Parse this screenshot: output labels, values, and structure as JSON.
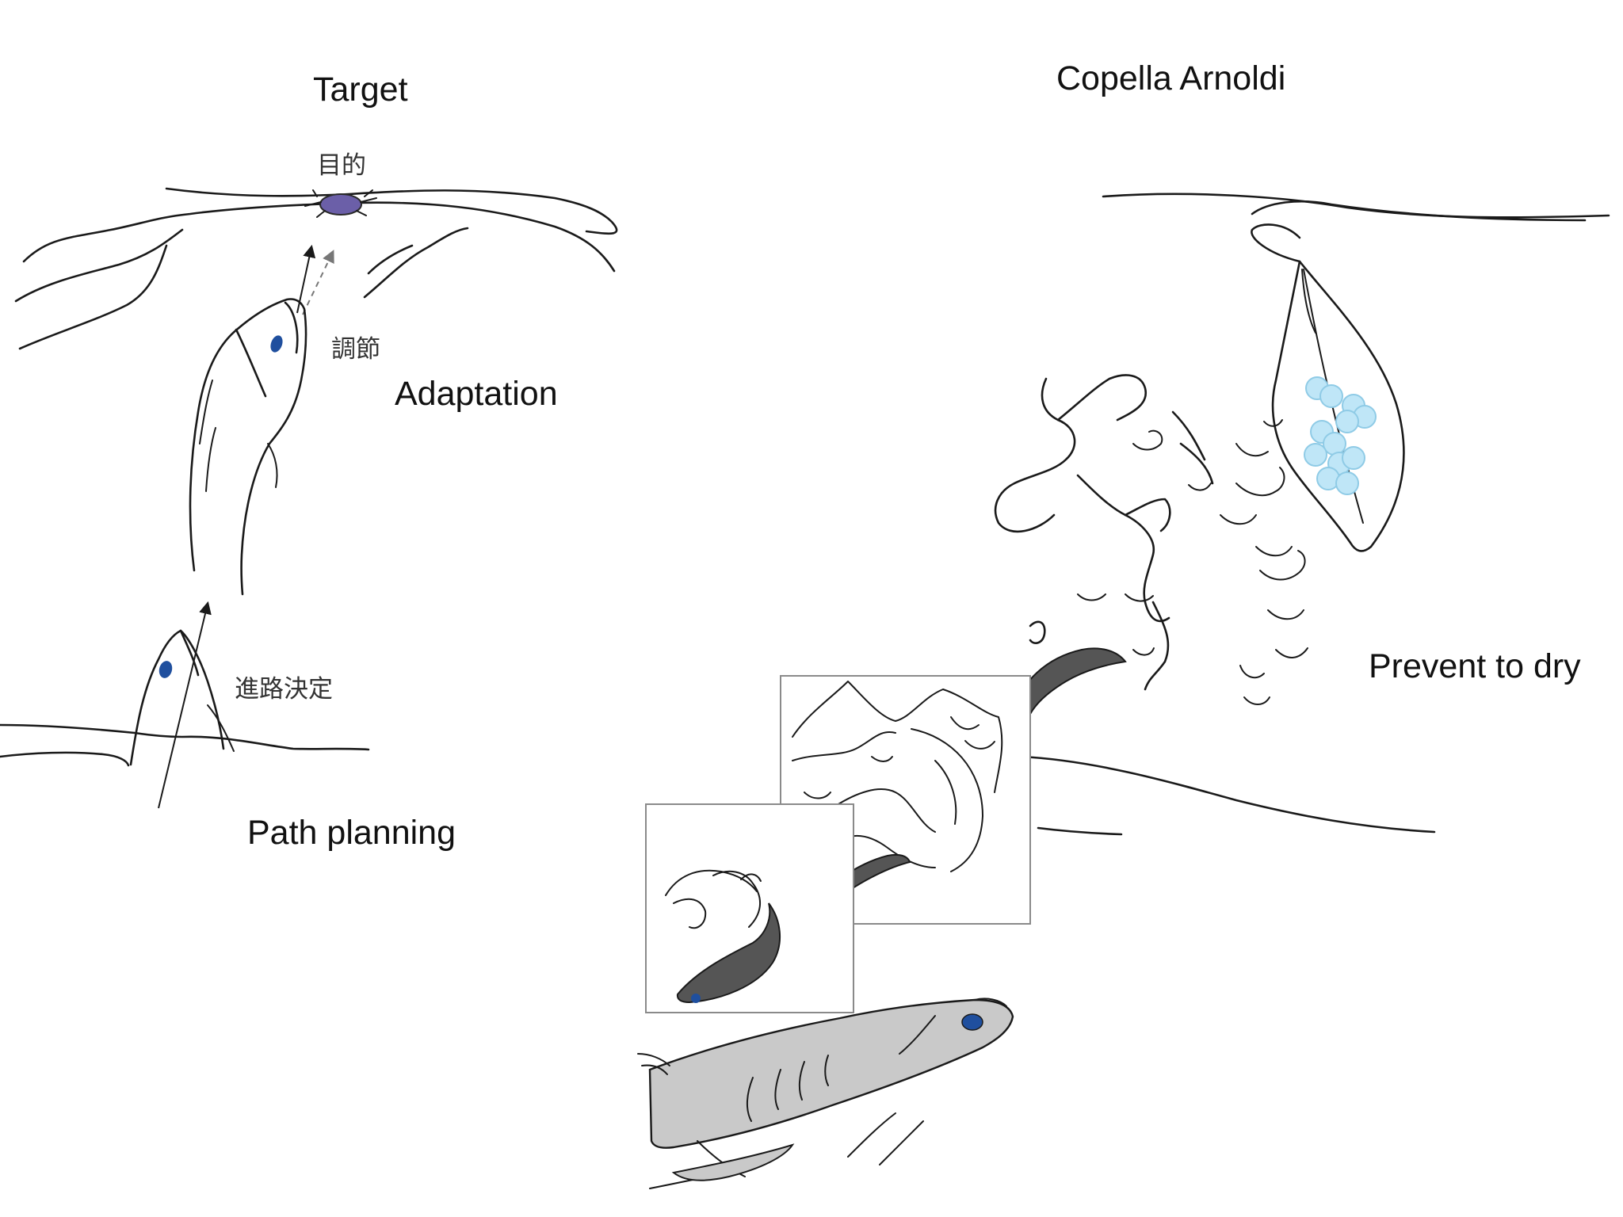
{
  "labels": {
    "target": "Target",
    "target_jp": "目的",
    "adjust_jp": "調節",
    "adaptation": "Adaptation",
    "course_jp": "進路決定",
    "path_planning": "Path planning",
    "species": "Copella Arnoldi",
    "prevent": "Prevent to dry"
  },
  "colors": {
    "line": "#1a1a1a",
    "fish_body": "#c9c9c9",
    "fish_dark": "#555555",
    "eye": "#1f4f9e",
    "insect": "#6b5fa8",
    "eggs": "#bfe6f7",
    "eggs_edge": "#8fcbe6"
  }
}
